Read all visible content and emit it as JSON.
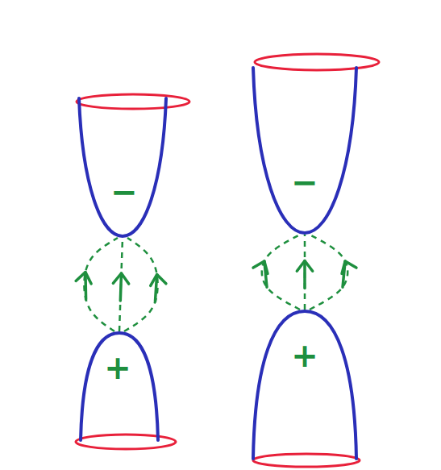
{
  "diagram": {
    "nodes": [
      {
        "text": [
          "−"
        ]
      },
      {
        "text": [
          "−"
        ]
      },
      {
        "text": [
          "+"
        ]
      },
      {
        "text": [
          "+"
        ]
      }
    ],
    "edges": [
      {
        "from": 2,
        "to": 0,
        "arrow": "to"
      },
      {
        "from": 2,
        "to": 0,
        "arrow": "to"
      },
      {
        "from": 2,
        "to": 0,
        "arrow": "to"
      },
      {
        "from": 3,
        "to": 1,
        "arrow": "to"
      },
      {
        "from": 3,
        "to": 1,
        "arrow": "to"
      },
      {
        "from": 3,
        "to": 1,
        "arrow": "to"
      }
    ]
  }
}
